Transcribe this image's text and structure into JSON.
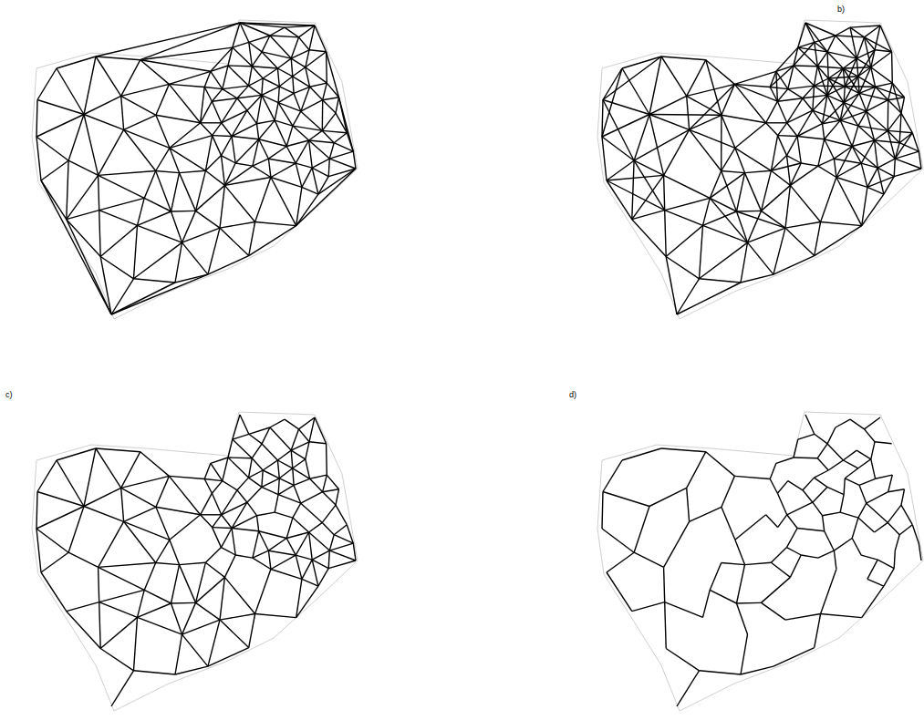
{
  "diagram": {
    "labels": [
      "b)",
      "c)",
      "d)"
    ]
  }
}
